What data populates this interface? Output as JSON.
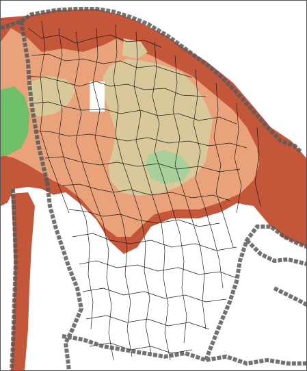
{
  "map": {
    "classes": [
      {
        "id": "very-high",
        "color": "#c4563a"
      },
      {
        "id": "high",
        "color": "#e9a27a"
      },
      {
        "id": "moderate",
        "color": "#d9c99a"
      },
      {
        "id": "low",
        "color": "#a8d09a"
      },
      {
        "id": "very-low",
        "color": "#6fbf6a"
      }
    ],
    "frame_color": "#555555",
    "state_border_color": "#5a5a5a",
    "municipality_border_color": "#1a1a1a",
    "background_color": "#ffffff"
  }
}
